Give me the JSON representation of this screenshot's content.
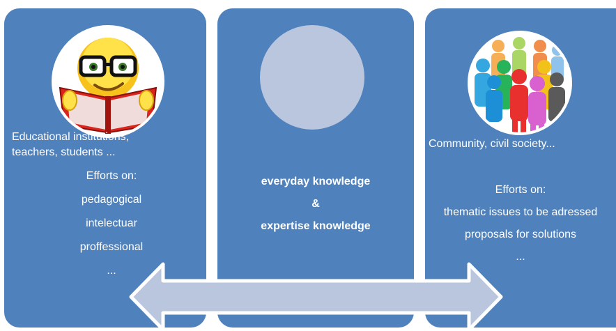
{
  "left": {
    "group_line1": "Educational institutions,",
    "group_line2": "teachers, students ...",
    "efforts_heading": "Efforts on:",
    "items": [
      "pedagogical",
      "intelectuar",
      "proffessional",
      "..."
    ]
  },
  "middle": {
    "line1": "everyday knowledge",
    "line2": "&",
    "line3": "expertise knowledge"
  },
  "right": {
    "group_line": "Community, civil society...",
    "efforts_heading": "Efforts on:",
    "items": [
      "thematic issues to be adressed",
      "proposals for solutions",
      "..."
    ]
  },
  "colors": {
    "panel": "#4f81bd",
    "middle_circle": "#b9c6dd",
    "arrow_fill": "#b9c6dd",
    "text": "#ffffff"
  },
  "icons": {
    "left_circle": "reading-emoji-icon",
    "right_circle": "people-crowd-icon",
    "arrow": "double-arrow-icon"
  }
}
